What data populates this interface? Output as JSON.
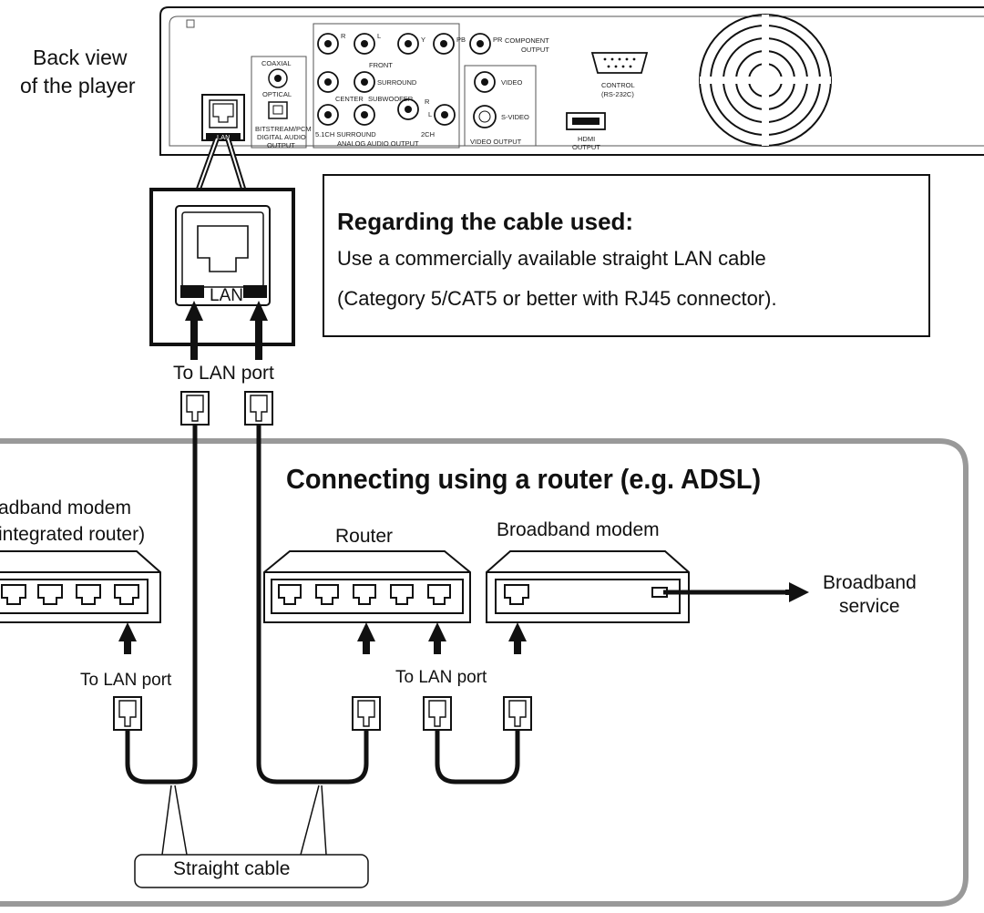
{
  "player": {
    "caption_line1": "Back view",
    "caption_line2": "of the player",
    "panel": {
      "coaxial": "COAXIAL",
      "optical": "OPTICAL",
      "digital_out": "BITSTREAM/PCM",
      "digital_out2": "DIGITAL AUDIO",
      "digital_out3": "OUTPUT",
      "r": "R",
      "l": "L",
      "front": "FRONT",
      "surround": "SURROUND",
      "center": "CENTER",
      "subwoofer": "SUBWOOFER",
      "five_one": "5.1CH SURROUND",
      "two_ch": "2CH",
      "analog": "ANALOG AUDIO OUTPUT",
      "y": "Y",
      "pb": "PB",
      "pr": "PR",
      "component": "COMPONENT",
      "component2": "OUTPUT",
      "video": "VIDEO",
      "svideo": "S-VIDEO",
      "video_out": "VIDEO OUTPUT",
      "control": "CONTROL",
      "rs232c": "(RS-232C)",
      "hdmi": "HDMI",
      "hdmi2": "OUTPUT",
      "lan_small": "LAN"
    },
    "lan_zoom_label": "LAN"
  },
  "note": {
    "title": "Regarding the cable used:",
    "line1": "Use a commercially available straight LAN cable",
    "line2": "(Category 5/CAT5 or better with RJ45 connector)."
  },
  "labels": {
    "to_lan_port_top": "To LAN port",
    "to_lan_port_left": "To LAN port",
    "to_lan_port_mid": "To LAN port",
    "straight_cable": "Straight cable",
    "broadband_service_line1": "Broadband",
    "broadband_service_line2": "service"
  },
  "router_section": {
    "title": "Connecting using a router (e.g. ADSL)",
    "left_device_line1": "adband modem",
    "left_device_line2": "integrated router)",
    "router": "Router",
    "modem": "Broadband modem"
  }
}
